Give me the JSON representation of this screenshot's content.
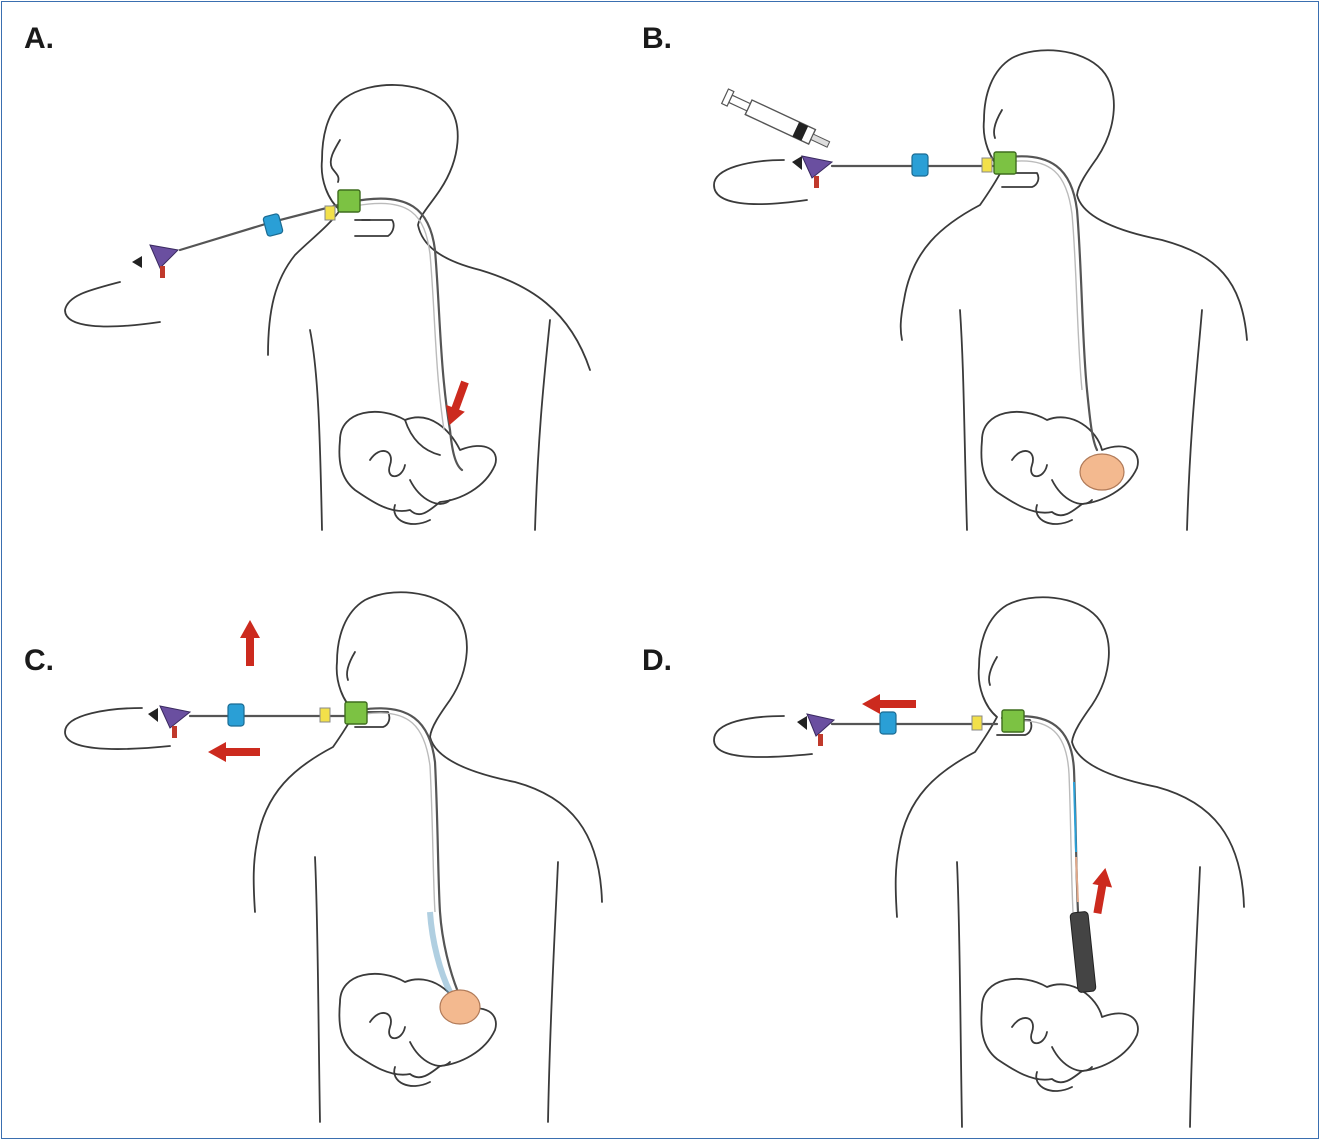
{
  "panels": [
    {
      "id": "a",
      "label": "A."
    },
    {
      "id": "b",
      "label": "B."
    },
    {
      "id": "c",
      "label": "C."
    },
    {
      "id": "d",
      "label": "D."
    }
  ],
  "colors": {
    "frame_border": "#3a6fb0",
    "arrow_red": "#cc2a1e",
    "mouthpiece_green": "#7cc243",
    "connector_blue": "#2a9fd6",
    "hub_purple": "#6a4fa0",
    "balloon_peach": "#f3b98f",
    "yellow_clip": "#f2e04a",
    "outline": "#3a3a3a"
  }
}
